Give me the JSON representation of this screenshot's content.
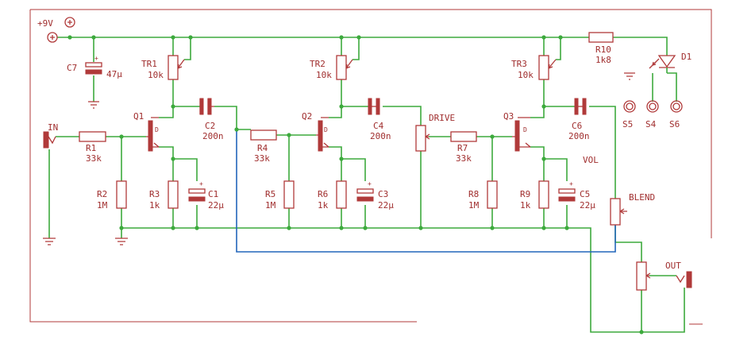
{
  "supply": {
    "label": "+9V"
  },
  "transistors": [
    {
      "ref": "Q1",
      "pin": "D"
    },
    {
      "ref": "Q2",
      "pin": "D"
    },
    {
      "ref": "Q3",
      "pin": "D"
    }
  ],
  "trimmers": [
    {
      "ref": "TR1",
      "value": "10k"
    },
    {
      "ref": "TR2",
      "value": "10k"
    },
    {
      "ref": "TR3",
      "value": "10k"
    }
  ],
  "resistors": [
    {
      "ref": "R1",
      "value": "33k"
    },
    {
      "ref": "R2",
      "value": "1M"
    },
    {
      "ref": "R3",
      "value": "1k"
    },
    {
      "ref": "R4",
      "value": "33k"
    },
    {
      "ref": "R5",
      "value": "1M"
    },
    {
      "ref": "R6",
      "value": "1k"
    },
    {
      "ref": "R7",
      "value": "33k"
    },
    {
      "ref": "R8",
      "value": "1M"
    },
    {
      "ref": "R9",
      "value": "1k"
    },
    {
      "ref": "R10",
      "value": "1k8"
    }
  ],
  "capacitors": [
    {
      "ref": "C1",
      "value": "22µ"
    },
    {
      "ref": "C2",
      "value": "200n"
    },
    {
      "ref": "C3",
      "value": "22µ"
    },
    {
      "ref": "C4",
      "value": "200n"
    },
    {
      "ref": "C5",
      "value": "22µ"
    },
    {
      "ref": "C6",
      "value": "200n"
    },
    {
      "ref": "C7",
      "value": "47µ"
    }
  ],
  "diode": {
    "ref": "D1"
  },
  "switches": [
    "S5",
    "S4",
    "S6"
  ],
  "pots": {
    "drive": "DRIVE",
    "vol": "VOL",
    "blend": "BLEND"
  },
  "io": {
    "in": "IN",
    "out": "OUT"
  },
  "colors": {
    "wire": "#3daa3d",
    "blend_wire": "#2266bb",
    "parts": "#b03a3a"
  }
}
